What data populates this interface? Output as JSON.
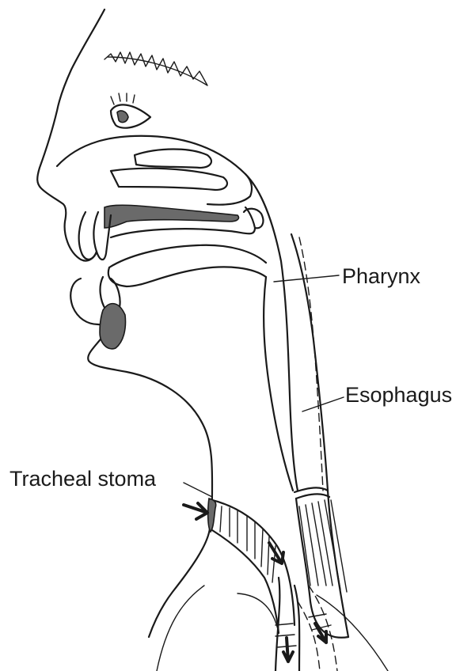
{
  "labels": {
    "pharynx": "Pharynx",
    "esophagus": "Esophagus",
    "tracheal_stoma": "Tracheal stoma"
  },
  "colors": {
    "ink": "#1a1a1a",
    "background": "#ffffff",
    "hatch_fill": "#6a6a6a"
  }
}
